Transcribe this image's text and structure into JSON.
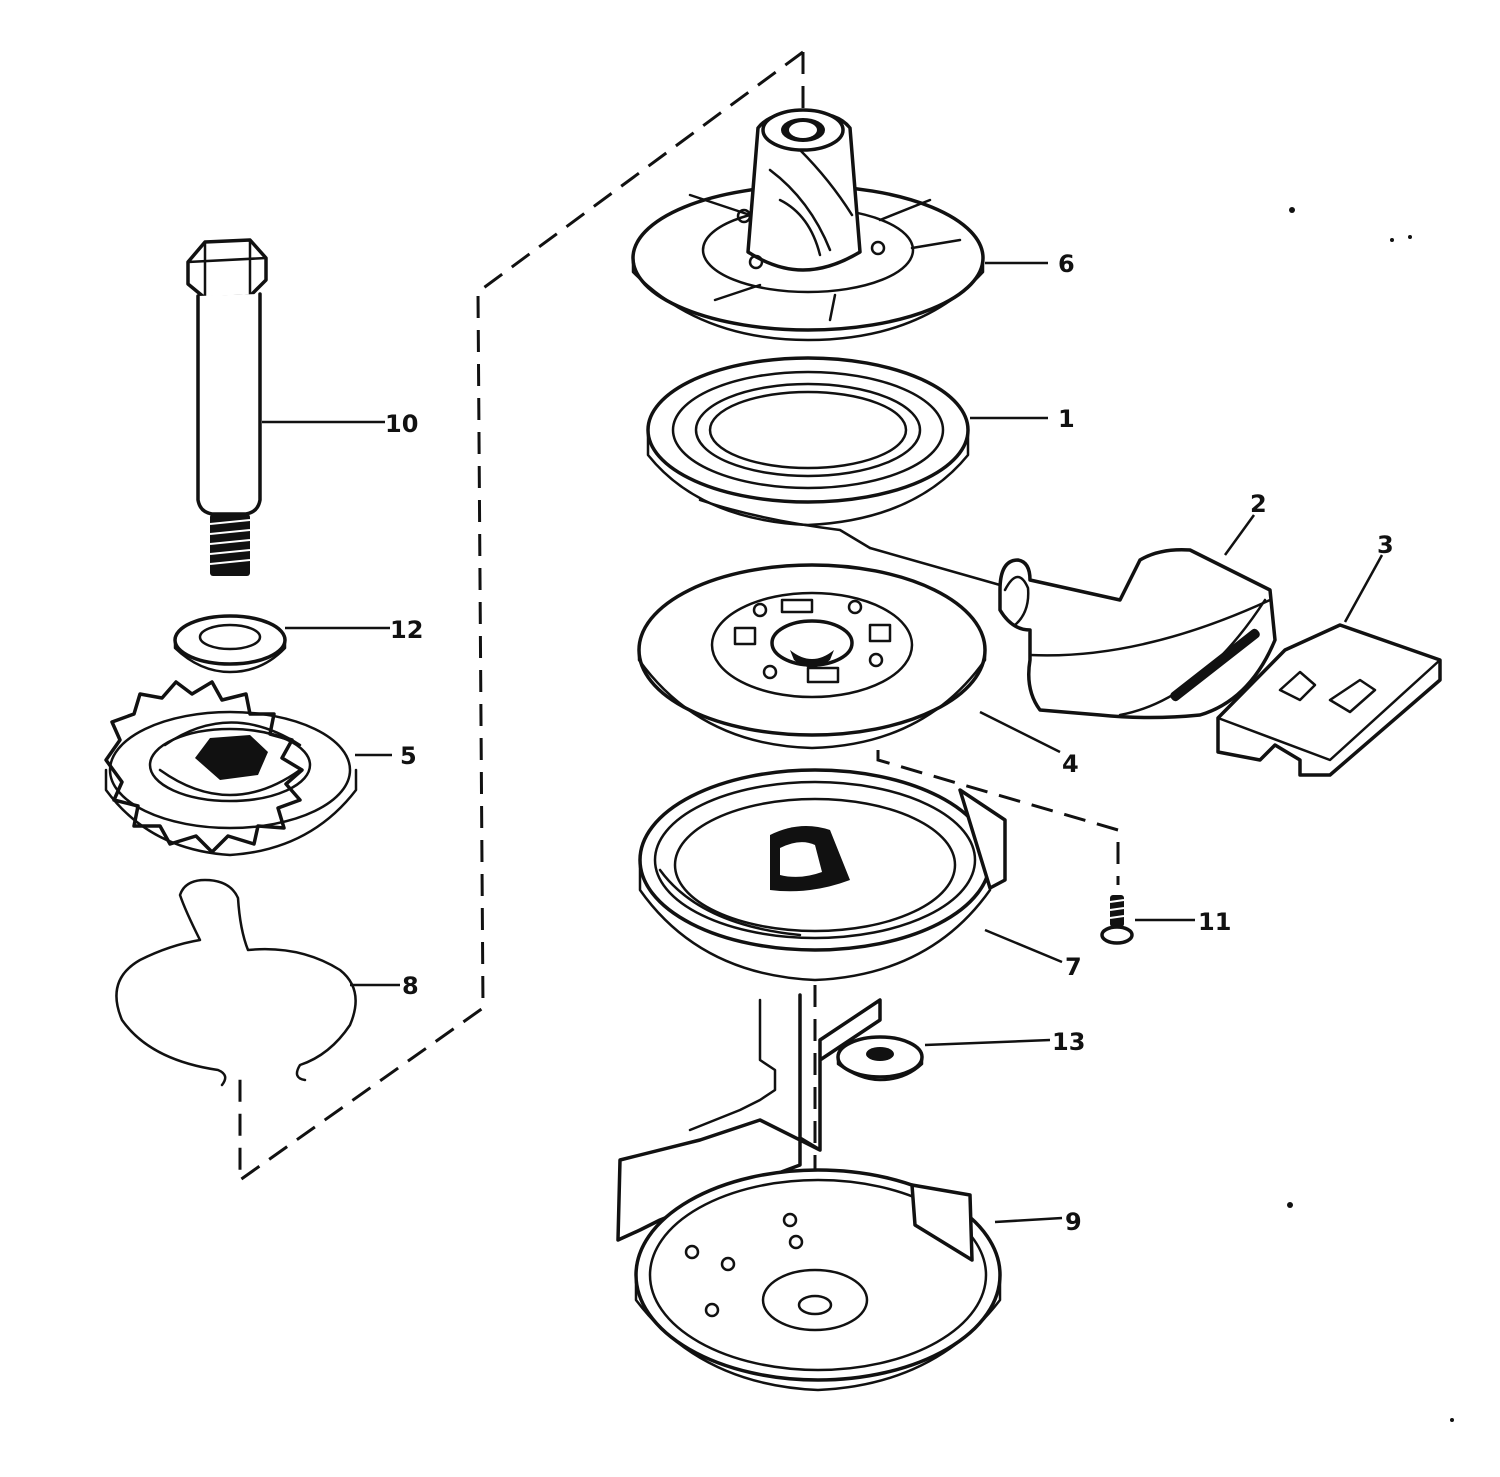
{
  "figure": {
    "colors": {
      "ink": "#111111",
      "paper": "#ffffff"
    },
    "parts": [
      {
        "id": "p1",
        "number": "1"
      },
      {
        "id": "p2",
        "number": "2"
      },
      {
        "id": "p3",
        "number": "3"
      },
      {
        "id": "p4",
        "number": "4"
      },
      {
        "id": "p5",
        "number": "5"
      },
      {
        "id": "p6",
        "number": "6"
      },
      {
        "id": "p7",
        "number": "7"
      },
      {
        "id": "p8",
        "number": "8"
      },
      {
        "id": "p9",
        "number": "9"
      },
      {
        "id": "p10",
        "number": "10"
      },
      {
        "id": "p11",
        "number": "11"
      },
      {
        "id": "p12",
        "number": "12"
      },
      {
        "id": "p13",
        "number": "13"
      }
    ]
  }
}
